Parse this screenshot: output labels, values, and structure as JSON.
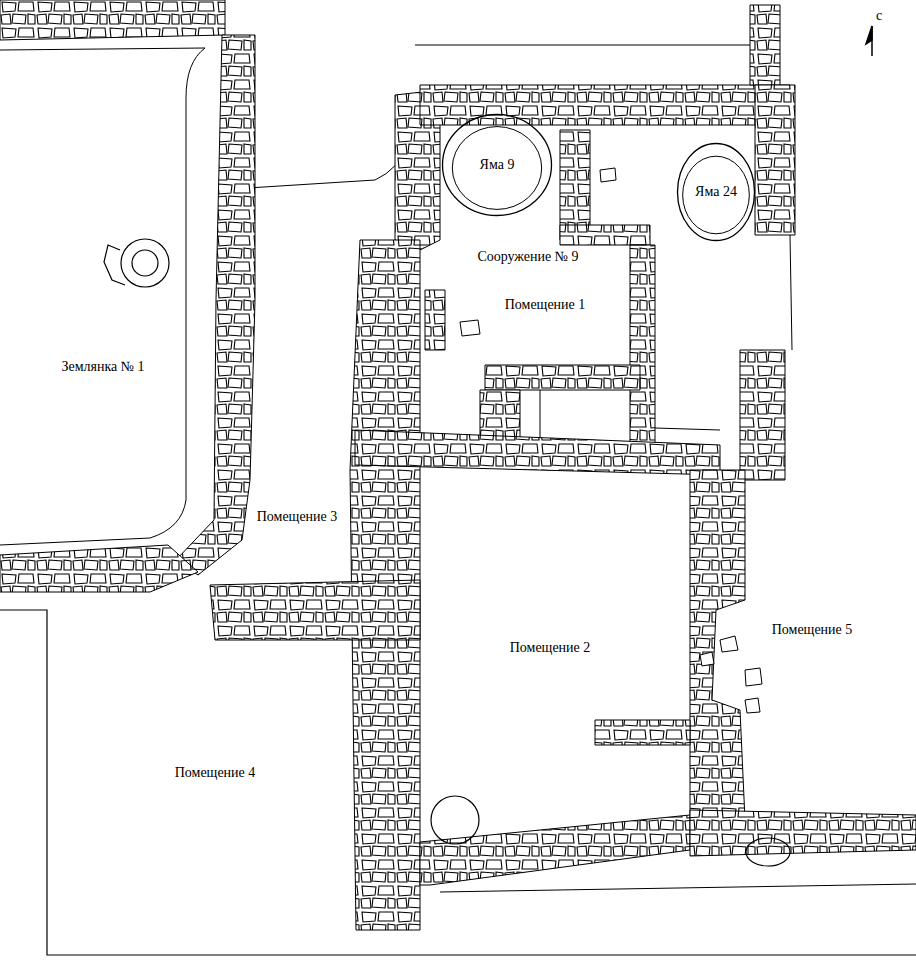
{
  "diagram": {
    "nodes": [
      {
        "text": [
          "Яма 9"
        ]
      },
      {
        "text": [
          "Яма 24"
        ]
      }
    ],
    "labels": [
      "с",
      "Землянка № 1",
      "Сооружение № 9",
      "Помещение 1",
      "Помещение 3",
      "Помещение 2",
      "Помещение 5",
      "Помещение 4"
    ]
  }
}
